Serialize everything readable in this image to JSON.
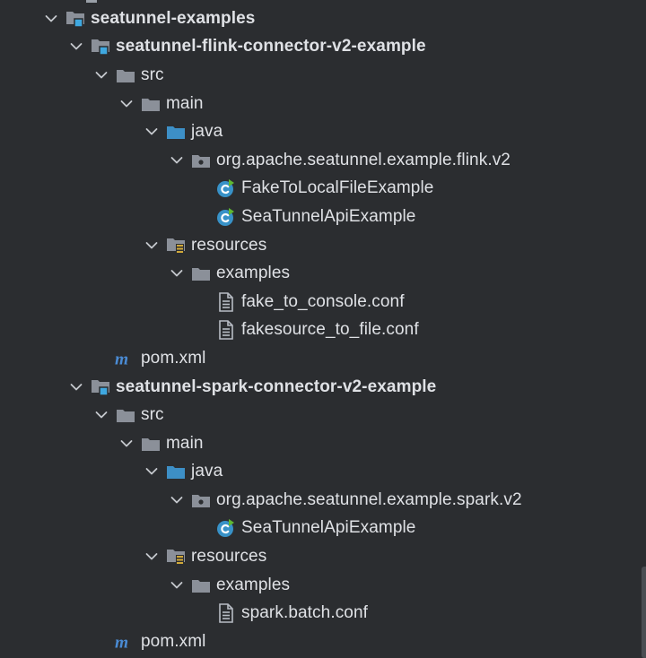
{
  "tree": [
    {
      "depth": 0,
      "label": "seatunnel-examples",
      "icon": "module-folder-icon",
      "expanded": true,
      "bold": true,
      "name": "tree-item-seatunnel-examples"
    },
    {
      "depth": 1,
      "label": "seatunnel-flink-connector-v2-example",
      "icon": "module-folder-icon",
      "expanded": true,
      "bold": true,
      "name": "tree-item-flink-connector-module"
    },
    {
      "depth": 2,
      "label": "src",
      "icon": "folder-icon",
      "expanded": true,
      "name": "tree-item-flink-src"
    },
    {
      "depth": 3,
      "label": "main",
      "icon": "folder-icon",
      "expanded": true,
      "name": "tree-item-flink-main"
    },
    {
      "depth": 4,
      "label": "java",
      "icon": "source-folder-icon",
      "expanded": true,
      "name": "tree-item-flink-java"
    },
    {
      "depth": 5,
      "label": "org.apache.seatunnel.example.flink.v2",
      "icon": "package-icon",
      "expanded": true,
      "name": "tree-item-flink-package"
    },
    {
      "depth": 6,
      "label": "FakeToLocalFileExample",
      "icon": "java-class-icon",
      "leaf": true,
      "name": "tree-item-fake-to-local-file-example"
    },
    {
      "depth": 6,
      "label": "SeaTunnelApiExample",
      "icon": "java-class-icon",
      "leaf": true,
      "name": "tree-item-flink-seatunnel-api-example"
    },
    {
      "depth": 4,
      "label": "resources",
      "icon": "resources-folder-icon",
      "expanded": true,
      "name": "tree-item-flink-resources"
    },
    {
      "depth": 5,
      "label": "examples",
      "icon": "folder-icon",
      "expanded": true,
      "name": "tree-item-flink-examples"
    },
    {
      "depth": 6,
      "label": "fake_to_console.conf",
      "icon": "text-file-icon",
      "leaf": true,
      "name": "tree-item-fake-to-console-conf"
    },
    {
      "depth": 6,
      "label": "fakesource_to_file.conf",
      "icon": "text-file-icon",
      "leaf": true,
      "name": "tree-item-fakesource-to-file-conf"
    },
    {
      "depth": 2,
      "label": "pom.xml",
      "icon": "maven-icon",
      "leaf": true,
      "name": "tree-item-flink-pom"
    },
    {
      "depth": 1,
      "label": "seatunnel-spark-connector-v2-example",
      "icon": "module-folder-icon",
      "expanded": true,
      "bold": true,
      "name": "tree-item-spark-connector-module"
    },
    {
      "depth": 2,
      "label": "src",
      "icon": "folder-icon",
      "expanded": true,
      "name": "tree-item-spark-src"
    },
    {
      "depth": 3,
      "label": "main",
      "icon": "folder-icon",
      "expanded": true,
      "name": "tree-item-spark-main"
    },
    {
      "depth": 4,
      "label": "java",
      "icon": "source-folder-icon",
      "expanded": true,
      "name": "tree-item-spark-java"
    },
    {
      "depth": 5,
      "label": "org.apache.seatunnel.example.spark.v2",
      "icon": "package-icon",
      "expanded": true,
      "name": "tree-item-spark-package"
    },
    {
      "depth": 6,
      "label": "SeaTunnelApiExample",
      "icon": "java-class-icon",
      "leaf": true,
      "name": "tree-item-spark-seatunnel-api-example"
    },
    {
      "depth": 4,
      "label": "resources",
      "icon": "resources-folder-icon",
      "expanded": true,
      "name": "tree-item-spark-resources"
    },
    {
      "depth": 5,
      "label": "examples",
      "icon": "folder-icon",
      "expanded": true,
      "name": "tree-item-spark-examples"
    },
    {
      "depth": 6,
      "label": "spark.batch.conf",
      "icon": "text-file-icon",
      "leaf": true,
      "name": "tree-item-spark-batch-conf"
    },
    {
      "depth": 2,
      "label": "pom.xml",
      "icon": "maven-icon",
      "leaf": true,
      "name": "tree-item-spark-pom"
    }
  ],
  "colors": {
    "background": "#2b2d30",
    "text": "#dfe1e5",
    "folder": "#8b9099",
    "source_folder": "#3d8fc6",
    "module_marker": "#3fa8e0",
    "java_class": "#3892c8",
    "java_class_arrow": "#5fb832",
    "resources_marker": "#d0a93a",
    "maven": "#4a8bd4",
    "file": "#b7bcc4",
    "chevron": "#c5c8cd"
  }
}
